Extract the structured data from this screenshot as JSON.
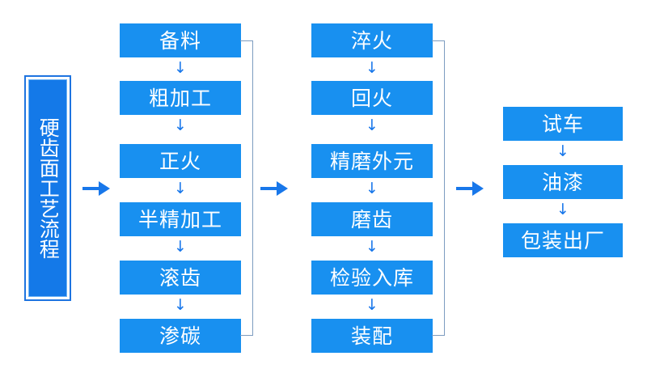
{
  "diagram": {
    "title_vertical": "硬齿面工艺流程",
    "accent_color": "#1890f0",
    "plaque_border_color": "#1e74e0",
    "connector_color": "#7d9cc0",
    "background_color": "#ffffff",
    "arrow_down_glyph": "↓",
    "arrow_right_name": "right-arrow-icon"
  },
  "columns": [
    {
      "name": "column-1",
      "steps": [
        {
          "label": "备料"
        },
        {
          "label": "粗加工"
        },
        {
          "label": "正火"
        },
        {
          "label": "半精加工"
        },
        {
          "label": "滚齿"
        },
        {
          "label": "渗碳"
        }
      ]
    },
    {
      "name": "column-2",
      "steps": [
        {
          "label": "淬火"
        },
        {
          "label": "回火"
        },
        {
          "label": "精磨外元"
        },
        {
          "label": "磨齿"
        },
        {
          "label": "检验入库"
        },
        {
          "label": "装配"
        }
      ]
    },
    {
      "name": "column-3",
      "steps": [
        {
          "label": "试车"
        },
        {
          "label": "油漆"
        },
        {
          "label": "包装出厂"
        }
      ]
    }
  ],
  "connectors": {
    "stage_arrows": [
      {
        "name": "arrow-title-to-column-1"
      },
      {
        "name": "arrow-column-1-to-column-2"
      },
      {
        "name": "arrow-column-2-to-column-3"
      }
    ],
    "brackets": [
      {
        "name": "bracket-column-1"
      },
      {
        "name": "bracket-column-2"
      }
    ]
  }
}
